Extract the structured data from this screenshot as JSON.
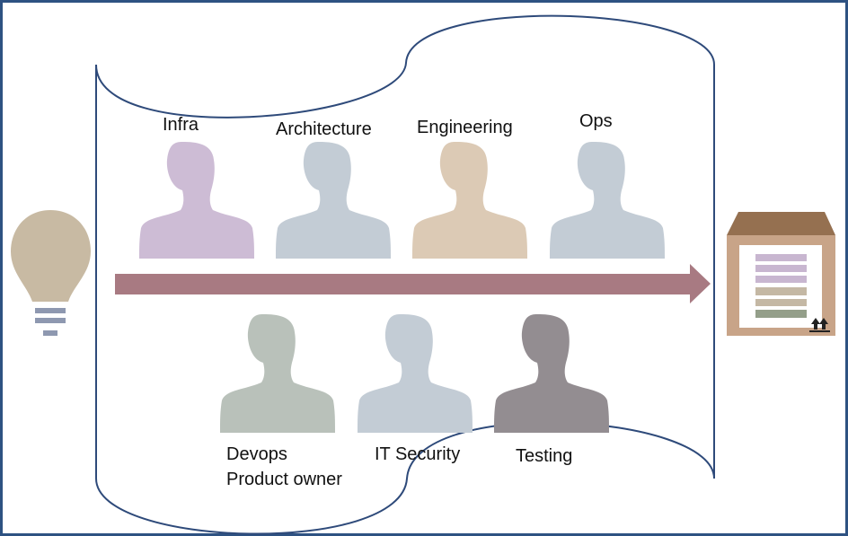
{
  "roles_top": [
    {
      "label": "Infra",
      "color": "#cdbcd5"
    },
    {
      "label": "Architecture",
      "color": "#c3ccd5"
    },
    {
      "label": "Engineering",
      "color": "#dccab5"
    },
    {
      "label": "Ops",
      "color": "#c3ccd5"
    }
  ],
  "roles_bottom": [
    {
      "label": "Devops",
      "label2": "Product owner",
      "color": "#b9c1ba"
    },
    {
      "label": "IT Security",
      "color": "#c3ccd5"
    },
    {
      "label": "Testing",
      "color": "#938d91"
    }
  ],
  "icons": {
    "idea": "lightbulb-icon",
    "flow": "arrow-right-icon",
    "output": "package-box-icon"
  },
  "colors": {
    "frame_border": "#2e5282",
    "scroll_outline": "#2e4a7a",
    "arrow": "#a87a82",
    "bulb": "#c8baa3",
    "bulb_base": "#8e98b0",
    "box_lid": "#957050",
    "box_body": "#c8a488",
    "box_stripes": [
      "#c8b6d0",
      "#c8b6d0",
      "#c8b6d0",
      "#c4b8a4",
      "#c4b8a4",
      "#949f8a"
    ]
  }
}
